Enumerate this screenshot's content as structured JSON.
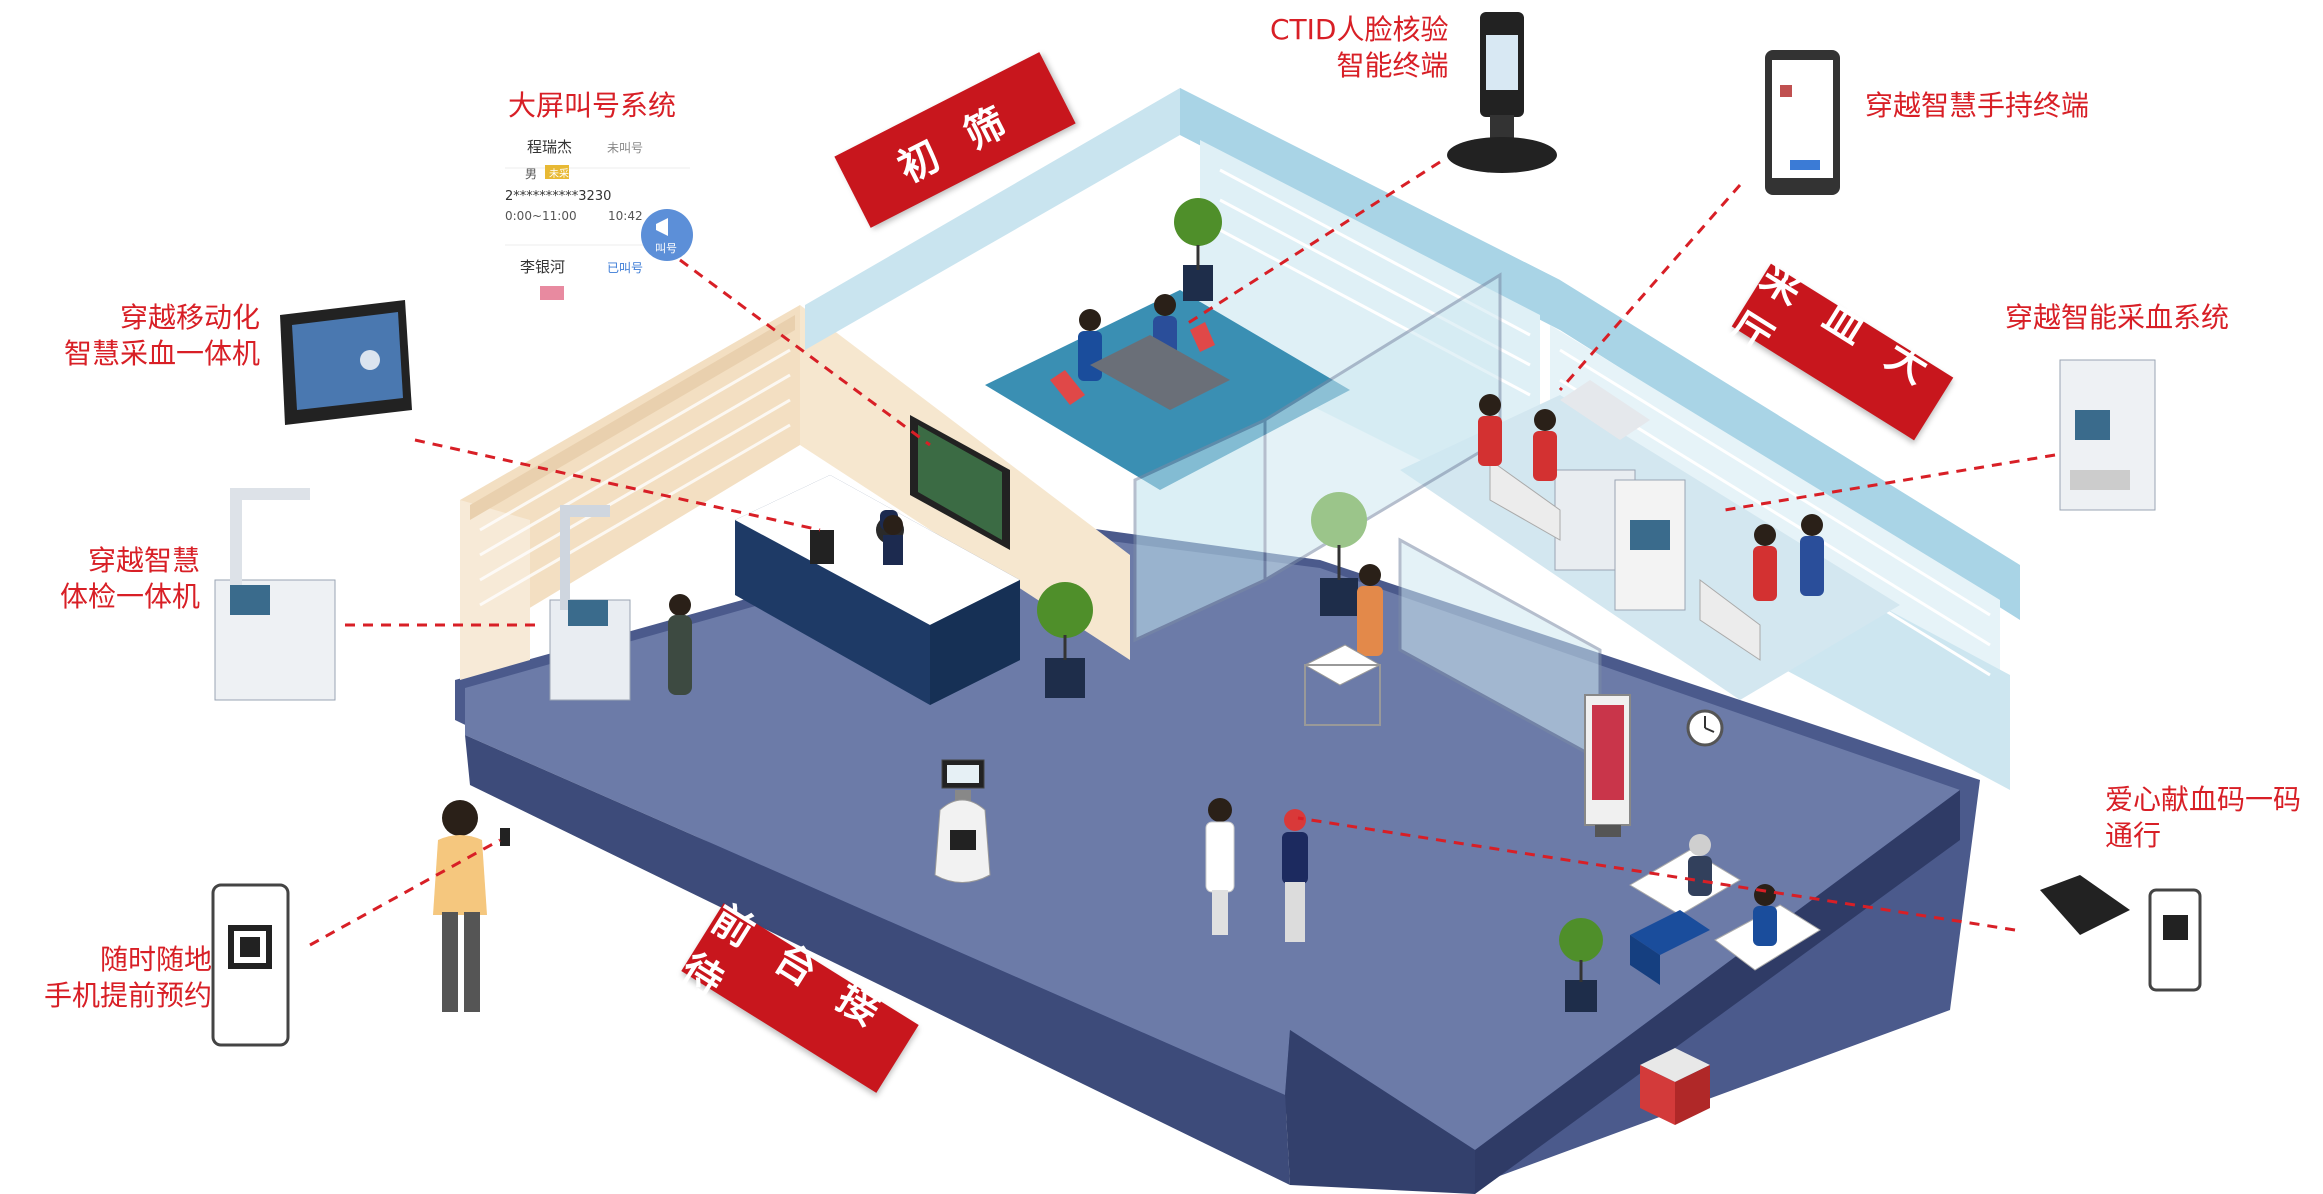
{
  "banners": {
    "screening": "初 筛",
    "blood_hall": "采 血 大 厅",
    "reception": "前 台 接 待"
  },
  "callouts": {
    "big_screen_call": "大屏叫号系统",
    "ctid_line1": "CTID人脸核验",
    "ctid_line2": "智能终端",
    "handheld": "穿越智慧手持终端",
    "mobile_line1": "穿越移动化",
    "mobile_line2": "智慧采血一体机",
    "smart_blood": "穿越智能采血系统",
    "exam_line1": "穿越智慧",
    "exam_line2": "体检一体机",
    "donate_line1": "爱心献血码一码",
    "donate_line2": "通行",
    "phone_line1": "随时随地",
    "phone_line2": "手机提前预约"
  },
  "call_card": {
    "name1": "程瑞杰",
    "status1": "未叫号",
    "gender": "男",
    "tag": "未采",
    "id_masked": "2**********3230",
    "time_range": "0:00~11:00",
    "time_check": "10:42",
    "name2": "李银河",
    "status2": "已叫号",
    "call_button": "叫号"
  },
  "colors": {
    "accent_red": "#d81f26",
    "banner_red": "#c8161d",
    "floor": "#6c7ba8",
    "wall_blue": "#c9e4ef",
    "wall_beige": "#f6e7cf",
    "desk_navy": "#1e3a66"
  },
  "icons": {
    "call_button": "megaphone-icon",
    "clock": "clock-icon"
  }
}
